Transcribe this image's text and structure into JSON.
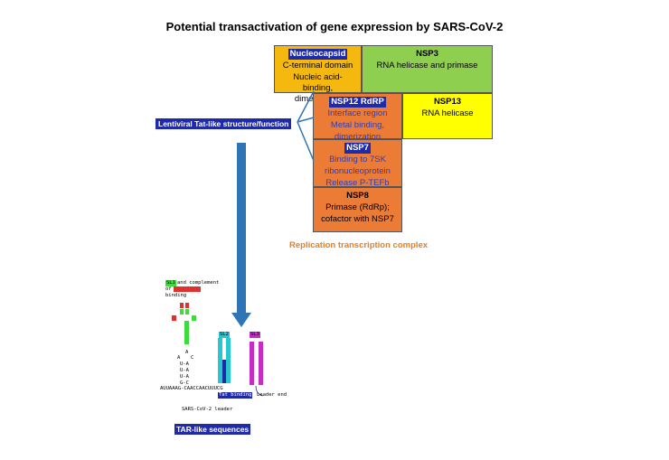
{
  "title": "Potential transactivation of gene expression by SARS-CoV-2",
  "boxes": {
    "nucleocapsid": {
      "header": "Nucleocapsid",
      "lines": [
        "C-terminal domain",
        "Nucleic acid-binding, dimerization"
      ],
      "color": "#f5b80f"
    },
    "nsp3": {
      "header": "NSP3",
      "lines": [
        "RNA helicase and primase"
      ],
      "color": "#8fcf4f"
    },
    "nsp12": {
      "header": "NSP12 RdRP",
      "lines": [
        "Interface region",
        "Metal binding,",
        "dimerization"
      ],
      "color": "#ec7b35"
    },
    "nsp13": {
      "header": "NSP13",
      "lines": [
        "RNA helicase"
      ],
      "color": "#ffff00"
    },
    "nsp7": {
      "header": "NSP7",
      "lines": [
        "Binding to 7SK",
        "ribonucleoprotein",
        "Release P-TEFb"
      ],
      "color": "#ec7b35"
    },
    "nsp8": {
      "header": "NSP8",
      "lines": [
        "Primase (RdRp);",
        "cofactor with NSP7"
      ],
      "color": "#ec7b35"
    }
  },
  "labels": {
    "tat": "Lentiviral Tat-like structure/function",
    "rtc": "Replication transcription complex",
    "tar": "TAR-like sequences"
  },
  "rna": {
    "sl1_tag": "SL1",
    "sl1_note_1": "and complement",
    "sl1_note_2": "of",
    "sl1_note_3": "binding",
    "sl2_tag": "SL2",
    "sl3_tag": "SL3",
    "sequence": "AUUAAAG-CAACCAACUUUCG",
    "tat_binding": "Tat binding",
    "leader_end": "Leader end",
    "leader": "SARS-CoV-2 leader",
    "pairs": [
      "U-A",
      "U-A",
      "U-A",
      "G-C"
    ],
    "loop_a": "A",
    "loop_c": "C"
  },
  "colors": {
    "arrow": "#2e75b6",
    "line": "#2e75b6",
    "green": "#3ddc3d",
    "red": "#e03030",
    "cyan": "#27c6d0",
    "magenta": "#c72cc7",
    "navy": "#1f2aa8"
  }
}
